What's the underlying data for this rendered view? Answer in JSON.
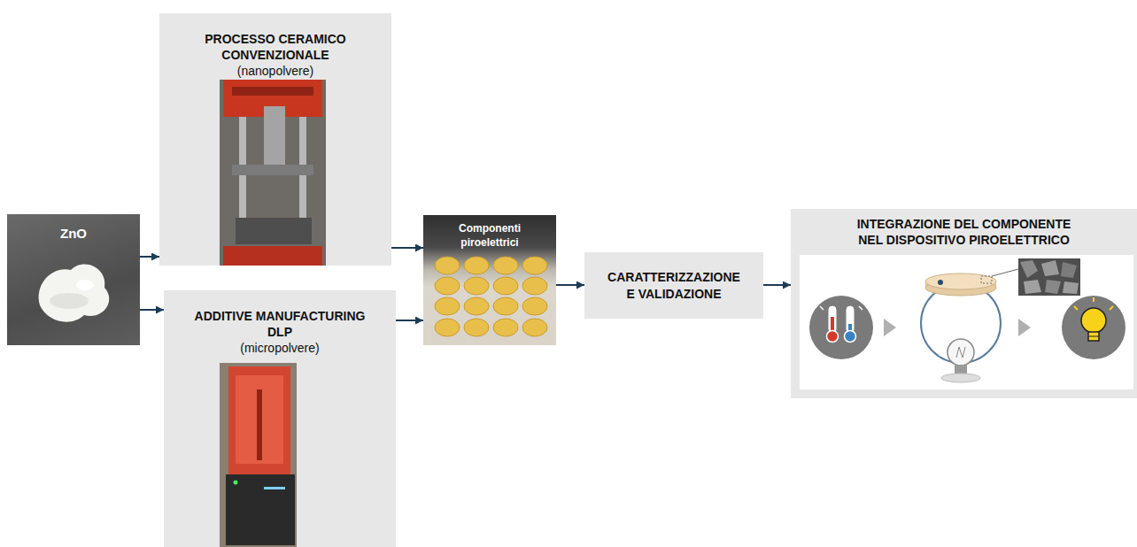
{
  "diagram": {
    "nodes": [
      {
        "text": [
          "ZnO"
        ]
      },
      {
        "text": [
          "PROCESSO CERAMICO CONVENZIONALE",
          "(nanopolvere)"
        ]
      },
      {
        "text": [
          "ADDITIVE MANUFACTURING DLP",
          "(micropolvere)"
        ]
      },
      {
        "text": [
          "Componenti piroelettrici"
        ]
      },
      {
        "text": [
          "CARATTERIZZAZIONE E VALIDAZIONE"
        ]
      },
      {
        "text": [
          "INTEGRAZIONE DEL COMPONENTE NEL DISPOSITIVO PIROELETTRICO"
        ]
      }
    ],
    "edges": [
      {
        "from": 0,
        "to": 1,
        "arrow": "to"
      },
      {
        "from": 0,
        "to": 2,
        "arrow": "to"
      },
      {
        "from": 1,
        "to": 3,
        "arrow": "to"
      },
      {
        "from": 2,
        "to": 3,
        "arrow": "to"
      },
      {
        "from": 3,
        "to": 4,
        "arrow": "to"
      },
      {
        "from": 4,
        "to": 5,
        "arrow": "to"
      }
    ]
  }
}
